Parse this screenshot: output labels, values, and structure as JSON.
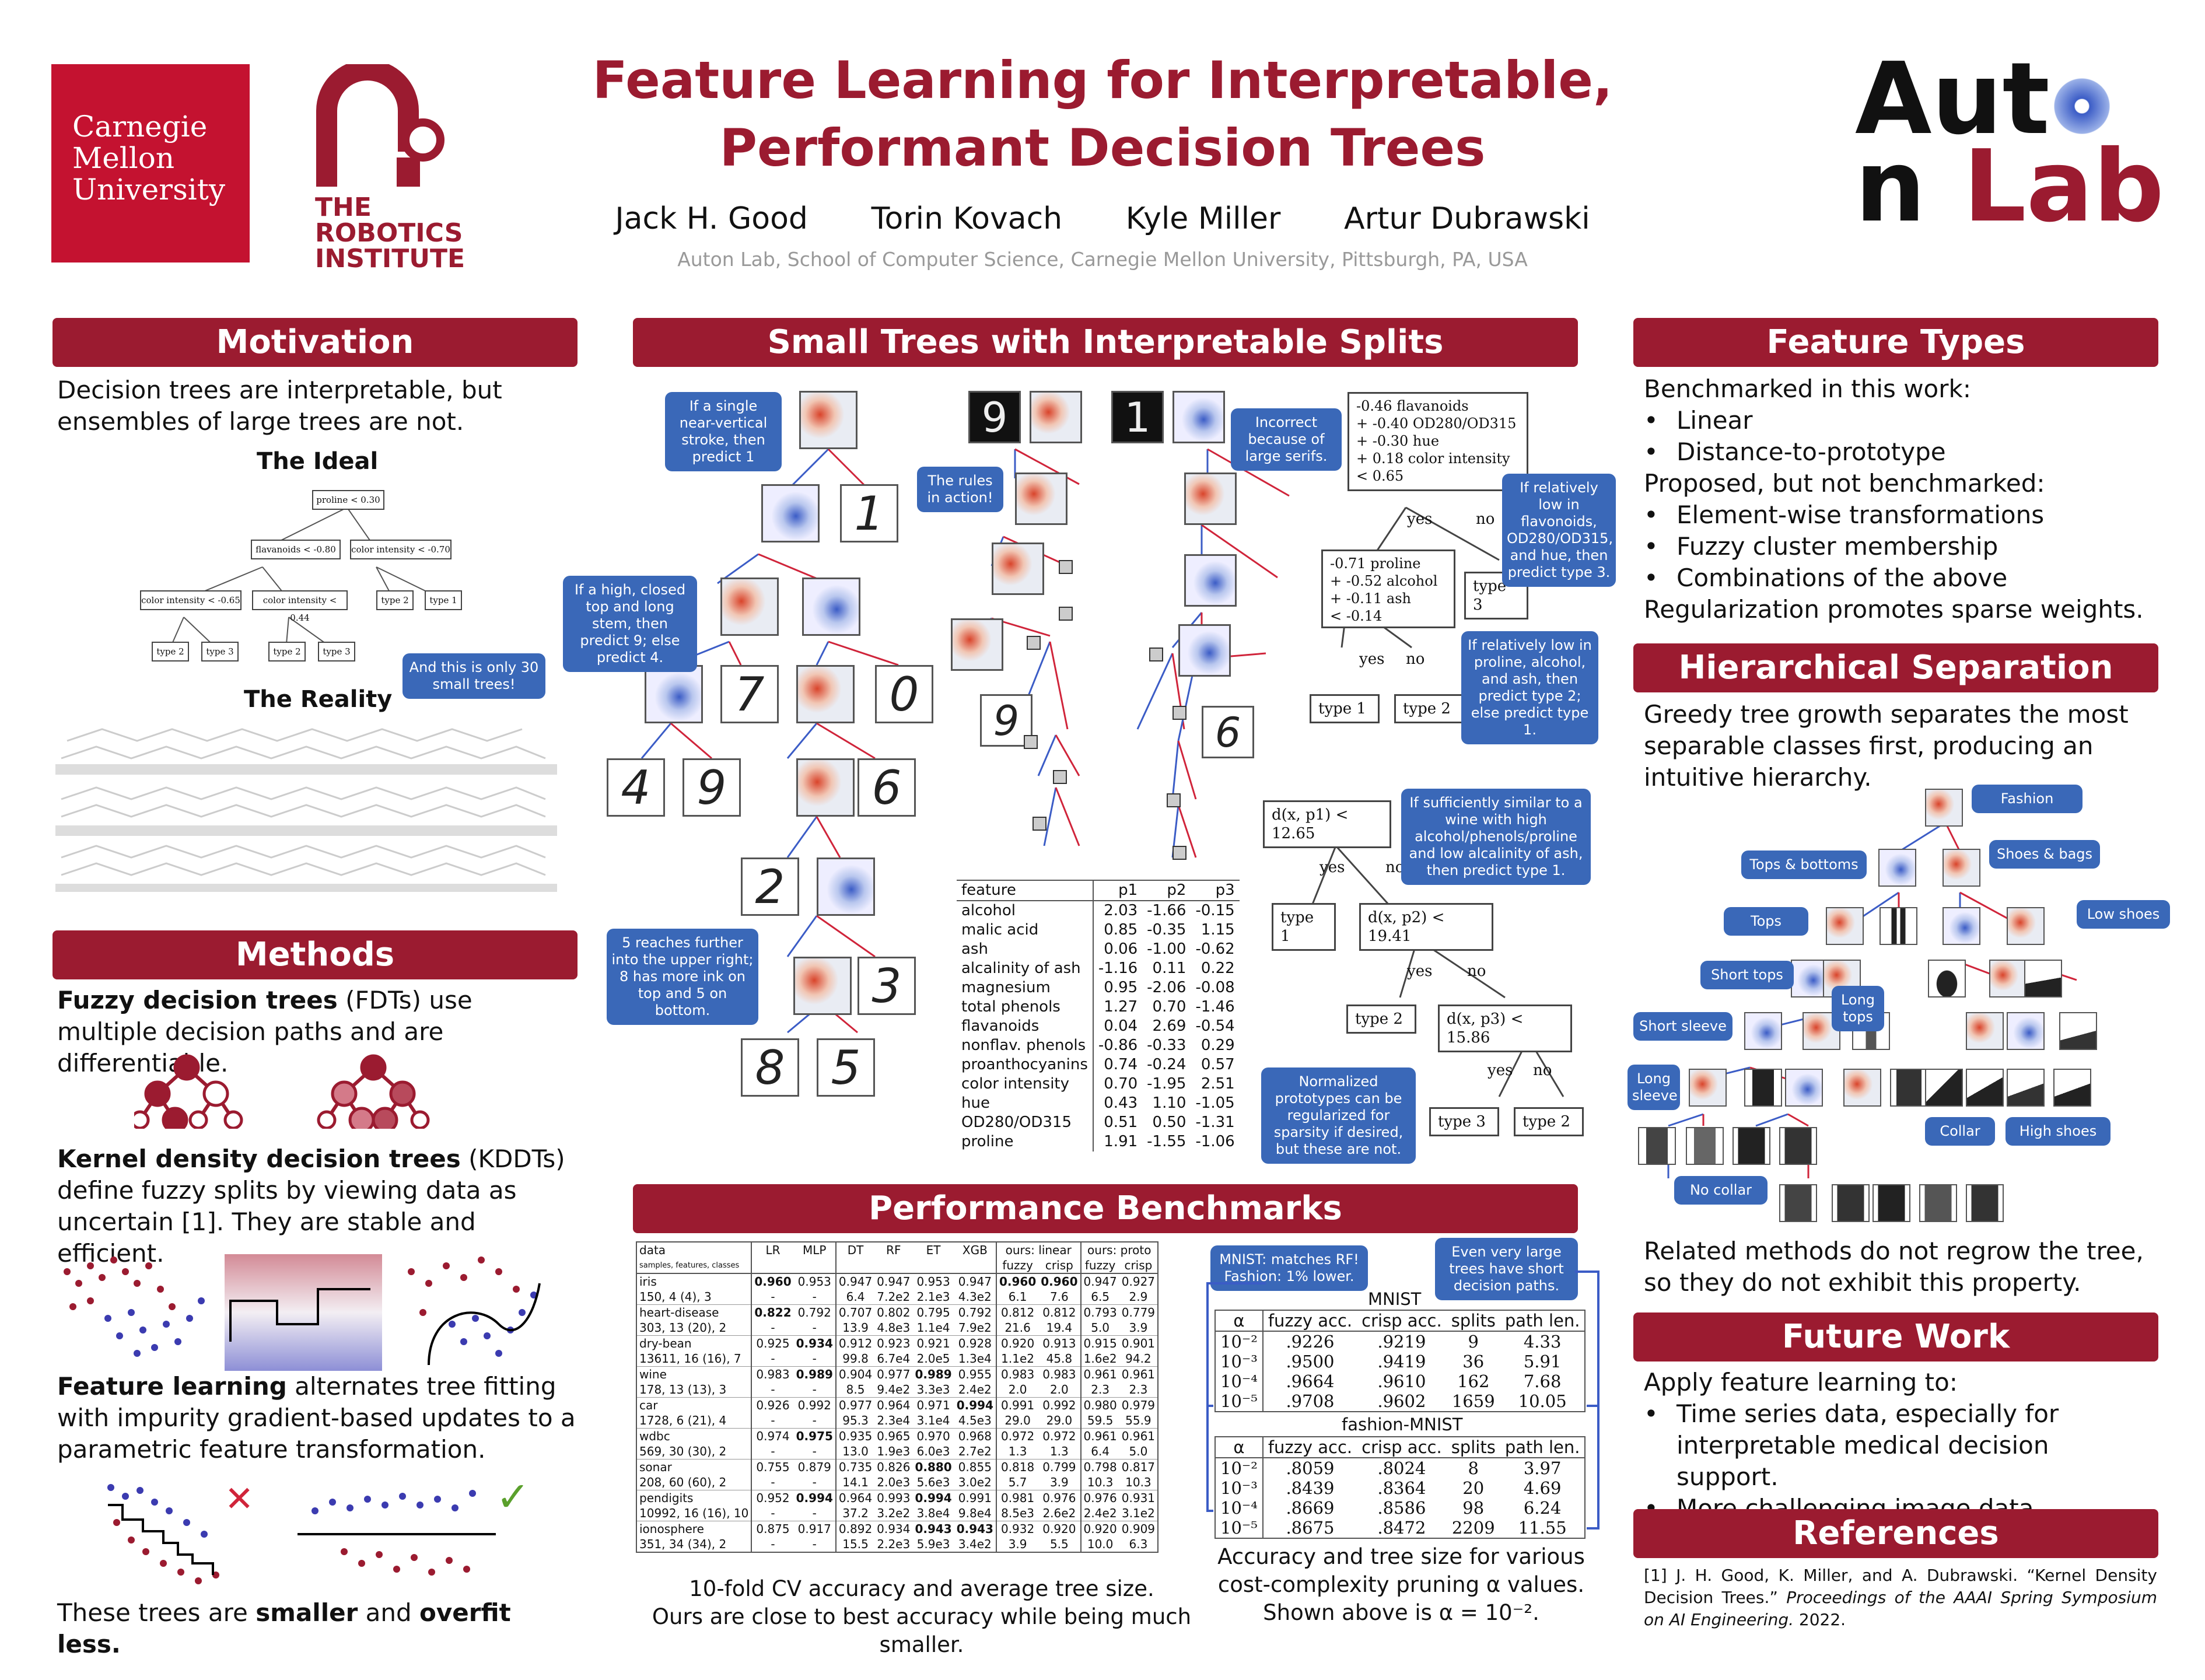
{
  "header": {
    "cmu_logo": "Carnegie Mellon University",
    "ri_logo": "THE ROBOTICS INSTITUTE",
    "auton_logo_1": "Aut",
    "auton_logo_2": "n",
    "auton_logo_3": "Lab",
    "title_line1": "Feature Learning for Interpretable,",
    "title_line2": "Performant Decision Trees",
    "authors": [
      "Jack H. Good",
      "Torin Kovach",
      "Kyle Miller",
      "Artur Dubrawski"
    ],
    "affiliation": "Auton Lab, School of Computer Science, Carnegie Mellon University, Pittsburgh, PA, USA"
  },
  "colors": {
    "accent": "#9b1b30",
    "callout": "#3a68b8"
  },
  "motivation": {
    "heading": "Motivation",
    "text": "Decision trees are interpretable, but ensembles of large trees are not.",
    "ideal": "The Ideal",
    "reality": "The Reality",
    "callout": "And this is only 30 small trees!",
    "tree": {
      "root": "proline < 0.30",
      "l": "flavanoids < -0.80",
      "r": "color intensity < -0.70",
      "ll": "color intensity < -0.65",
      "lr": "color intensity < 0.44",
      "rl": "type 2",
      "rr": "type 1",
      "lll": "type 2",
      "llr": "type 3",
      "lrl": "type 2",
      "lrr": "type 3"
    }
  },
  "methods": {
    "heading": "Methods",
    "p1_bold": "Fuzzy decision trees",
    "p1": " (FDTs) use multiple decision paths and are differentiable.",
    "p2_bold": "Kernel density decision trees",
    "p2": " (KDDTs) define fuzzy splits by viewing data as uncertain [1]. They are stable and efficient.",
    "p3_bold": "Feature learning",
    "p3": " alternates tree fitting with impurity gradient-based updates to a parametric feature transformation.",
    "p4a": "These trees are ",
    "p4b": "smaller",
    "p4c": " and ",
    "p4d": "overfit less.",
    "cross": "✕",
    "check": "✓"
  },
  "small_trees": {
    "heading": "Small Trees with Interpretable Splits",
    "callouts": [
      "If a single near-vertical stroke, then predict 1",
      "If a high, closed top and long stem, then predict 9; else predict 4.",
      "5 reaches further into the upper right; 8 has more ink on top and 5 on bottom.",
      "The rules in action!",
      "Incorrect because of large serifs.",
      "If relatively low in flavonoids, OD280/OD315, and hue, then predict type 3.",
      "If relatively low in proline, alcohol, and ash, then predict type 2; else predict type 1.",
      "If sufficiently similar to a wine with high alcohol/phenols/proline and low alcalinity of ash, then predict type 1.",
      "Normalized prototypes can be regularized for sparsity if desired, but these are not."
    ],
    "digits": [
      "1",
      "7",
      "0",
      "4",
      "9",
      "6",
      "2",
      "3",
      "8",
      "5"
    ],
    "dark_digits": [
      "9",
      "1"
    ],
    "result_digits": [
      "9",
      "6"
    ],
    "lin_root": "-0.46 flavanoids\n+ -0.40 OD280/OD315\n+ -0.30 hue\n+ 0.18 color intensity\n< 0.65",
    "lin_left": "-0.71 proline\n+ -0.52 alcohol\n+ -0.11 ash\n< -0.14",
    "type1": "type 1",
    "type2": "type 2",
    "type3": "type 3",
    "yes": "yes",
    "no": "no",
    "proto_root": "d(x, p1) < 12.65",
    "proto_mid": "d(x, p2) < 19.41",
    "proto_low": "d(x, p3) < 15.86",
    "feat_headers": [
      "feature",
      "p1",
      "p2",
      "p3"
    ],
    "feat_rows": [
      [
        "alcohol",
        "2.03",
        "-1.66",
        "-0.15"
      ],
      [
        "malic acid",
        "0.85",
        "-0.35",
        "1.15"
      ],
      [
        "ash",
        "0.06",
        "-1.00",
        "-0.62"
      ],
      [
        "alcalinity of ash",
        "-1.16",
        "0.11",
        "0.22"
      ],
      [
        "magnesium",
        "0.95",
        "-2.06",
        "-0.08"
      ],
      [
        "total phenols",
        "1.27",
        "0.70",
        "-1.46"
      ],
      [
        "flavanoids",
        "0.04",
        "2.69",
        "-0.54"
      ],
      [
        "nonflav. phenols",
        "-0.86",
        "-0.33",
        "0.29"
      ],
      [
        "proanthocyanins",
        "0.74",
        "-0.24",
        "0.57"
      ],
      [
        "color intensity",
        "0.70",
        "-1.95",
        "2.51"
      ],
      [
        "hue",
        "0.43",
        "1.10",
        "-1.05"
      ],
      [
        "OD280/OD315",
        "0.51",
        "0.50",
        "-1.31"
      ],
      [
        "proline",
        "1.91",
        "-1.55",
        "-1.06"
      ]
    ]
  },
  "benchmarks": {
    "heading": "Performance Benchmarks",
    "h1": [
      "data",
      "LR",
      "MLP",
      "DT",
      "RF",
      "ET",
      "XGB",
      "ours: linear",
      "ours: proto"
    ],
    "h2": [
      "samples, features, classes",
      "fuzzy",
      "crisp",
      "fuzzy",
      "crisp"
    ],
    "rows": [
      [
        "iris",
        "0.960",
        "0.953",
        "0.947",
        "0.947",
        "0.953",
        "0.947",
        "0.960",
        "0.960",
        "0.947",
        "0.927"
      ],
      [
        "150, 4 (4), 3",
        "-",
        "-",
        "6.4",
        "7.2e2",
        "2.1e3",
        "4.3e2",
        "6.1",
        "7.6",
        "6.5",
        "2.9"
      ],
      [
        "heart-disease",
        "0.822",
        "0.792",
        "0.707",
        "0.802",
        "0.795",
        "0.792",
        "0.812",
        "0.812",
        "0.793",
        "0.779"
      ],
      [
        "303, 13 (20), 2",
        "-",
        "-",
        "13.9",
        "4.8e3",
        "1.1e4",
        "7.9e2",
        "21.6",
        "19.4",
        "5.0",
        "3.9"
      ],
      [
        "dry-bean",
        "0.925",
        "0.934",
        "0.912",
        "0.923",
        "0.921",
        "0.928",
        "0.920",
        "0.913",
        "0.915",
        "0.901"
      ],
      [
        "13611, 16 (16), 7",
        "-",
        "-",
        "99.8",
        "6.7e4",
        "2.0e5",
        "1.3e4",
        "1.1e2",
        "45.8",
        "1.6e2",
        "94.2"
      ],
      [
        "wine",
        "0.983",
        "0.989",
        "0.904",
        "0.977",
        "0.989",
        "0.955",
        "0.983",
        "0.983",
        "0.961",
        "0.961"
      ],
      [
        "178, 13 (13), 3",
        "-",
        "-",
        "8.5",
        "9.4e2",
        "3.3e3",
        "2.4e2",
        "2.0",
        "2.0",
        "2.3",
        "2.3"
      ],
      [
        "car",
        "0.926",
        "0.992",
        "0.977",
        "0.964",
        "0.971",
        "0.994",
        "0.991",
        "0.992",
        "0.980",
        "0.979"
      ],
      [
        "1728, 6 (21), 4",
        "-",
        "-",
        "95.3",
        "2.3e4",
        "3.1e4",
        "4.5e3",
        "29.0",
        "29.0",
        "59.5",
        "55.9"
      ],
      [
        "wdbc",
        "0.974",
        "0.975",
        "0.935",
        "0.965",
        "0.970",
        "0.968",
        "0.972",
        "0.972",
        "0.961",
        "0.961"
      ],
      [
        "569, 30 (30), 2",
        "-",
        "-",
        "13.0",
        "1.9e3",
        "6.0e3",
        "2.7e2",
        "1.3",
        "1.3",
        "6.4",
        "5.0"
      ],
      [
        "sonar",
        "0.755",
        "0.879",
        "0.735",
        "0.826",
        "0.880",
        "0.855",
        "0.818",
        "0.799",
        "0.798",
        "0.817"
      ],
      [
        "208, 60 (60), 2",
        "-",
        "-",
        "14.1",
        "2.0e3",
        "5.6e3",
        "3.0e2",
        "5.7",
        "3.9",
        "10.3",
        "10.3"
      ],
      [
        "pendigits",
        "0.952",
        "0.994",
        "0.964",
        "0.993",
        "0.994",
        "0.991",
        "0.981",
        "0.976",
        "0.976",
        "0.931"
      ],
      [
        "10992, 16 (16), 10",
        "-",
        "-",
        "37.2",
        "3.2e2",
        "3.8e4",
        "9.8e4",
        "8.5e3",
        "2.6e2",
        "2.4e2",
        "3.1e2"
      ],
      [
        "ionosphere",
        "0.875",
        "0.917",
        "0.892",
        "0.934",
        "0.943",
        "0.943",
        "0.932",
        "0.920",
        "0.920",
        "0.909"
      ],
      [
        "351, 34 (34), 2",
        "-",
        "-",
        "15.5",
        "2.2e3",
        "5.9e3",
        "3.4e2",
        "3.9",
        "5.5",
        "10.0",
        "6.3"
      ]
    ],
    "caption1": "10-fold CV accuracy and average tree size.",
    "caption2": "Ours are close to best accuracy while being much smaller.",
    "callout1": "MNIST: matches RF! Fashion: 1% lower.",
    "callout2": "Even very large trees have short decision paths.",
    "mnist_title": "MNIST",
    "fashion_title": "fashion-MNIST",
    "mnist_headers": [
      "α",
      "fuzzy acc.",
      "crisp acc.",
      "splits",
      "path len."
    ],
    "mnist_rows": [
      [
        "10⁻²",
        ".9226",
        ".9219",
        "9",
        "4.33"
      ],
      [
        "10⁻³",
        ".9500",
        ".9419",
        "36",
        "5.91"
      ],
      [
        "10⁻⁴",
        ".9664",
        ".9610",
        "162",
        "7.68"
      ],
      [
        "10⁻⁵",
        ".9708",
        ".9602",
        "1659",
        "10.05"
      ]
    ],
    "fashion_rows": [
      [
        "10⁻²",
        ".8059",
        ".8024",
        "8",
        "3.97"
      ],
      [
        "10⁻³",
        ".8439",
        ".8364",
        "20",
        "4.69"
      ],
      [
        "10⁻⁴",
        ".8669",
        ".8586",
        "98",
        "6.24"
      ],
      [
        "10⁻⁵",
        ".8675",
        ".8472",
        "2209",
        "11.55"
      ]
    ],
    "caption3": "Accuracy and tree size for various cost-complexity pruning α values.",
    "caption4": "Shown above is α = 10⁻²."
  },
  "feature_types": {
    "heading": "Feature Types",
    "l1": "Benchmarked in this work:",
    "b1": [
      "Linear",
      "Distance-to-prototype"
    ],
    "l2": "Proposed, but not benchmarked:",
    "b2": [
      "Element-wise transformations",
      "Fuzzy cluster membership",
      "Combinations of the above"
    ],
    "l3": "Regularization promotes sparse weights."
  },
  "hier": {
    "heading": "Hierarchical Separation",
    "text": "Greedy tree growth separates the most separable classes first, producing an intuitive hierarchy.",
    "text2": "Related methods do not regrow the tree, so they do not exhibit this property.",
    "labels": [
      "Fashion",
      "Tops & bottoms",
      "Shoes & bags",
      "Tops",
      "Low shoes",
      "Short tops",
      "Long tops",
      "Short sleeve",
      "Long sleeve",
      "Collar",
      "High shoes",
      "No collar"
    ]
  },
  "future": {
    "heading": "Future Work",
    "l1": "Apply feature learning to:",
    "b": [
      "Time series data, especially for interpretable medical decision support.",
      "More challenging image data."
    ]
  },
  "refs": {
    "heading": "References",
    "ref1a": "[1] J. H. Good, K. Miller, and A. Dubrawski. “Kernel Density Decision Trees.” ",
    "ref1b": "Proceedings of the AAAI Spring Symposium on AI Engineering.",
    "ref1c": " 2022."
  }
}
